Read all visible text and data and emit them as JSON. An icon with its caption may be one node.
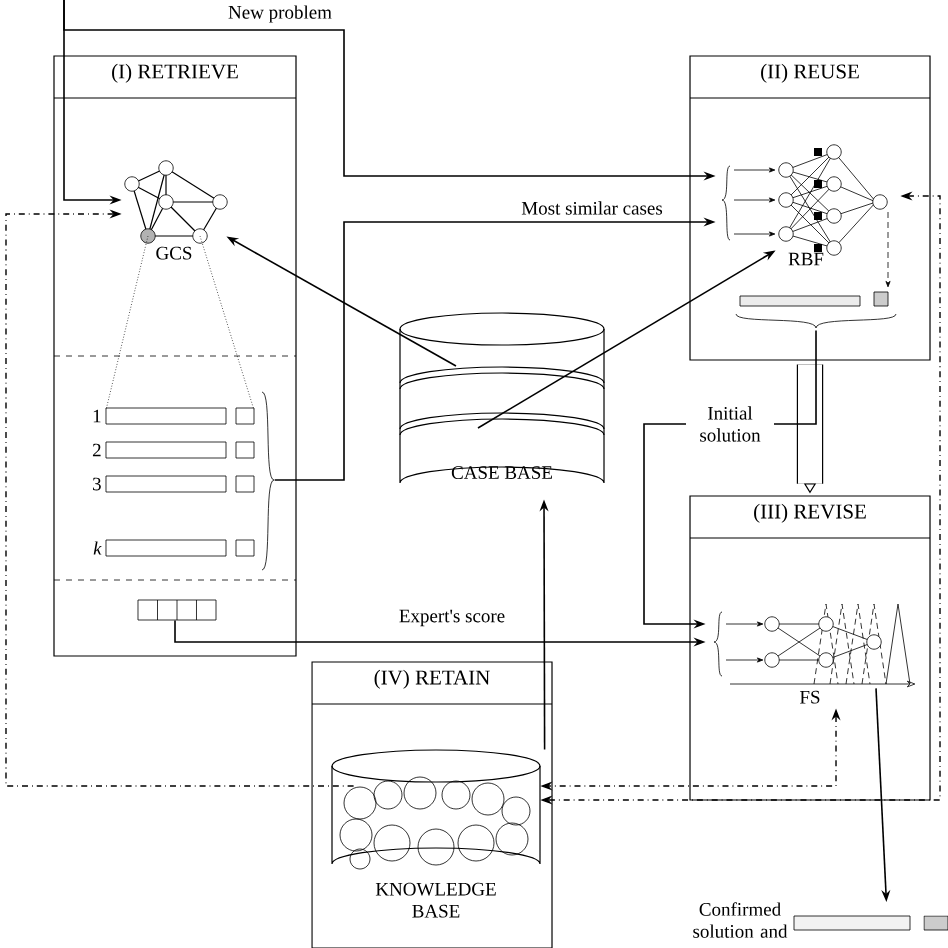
{
  "diagram": {
    "nodes": [
      {
        "text": [
          "(I) RETRIEVE"
        ]
      },
      {
        "text": [
          "GCS"
        ],
        "in": 0
      },
      {
        "text": [
          "(II) REUSE"
        ]
      },
      {
        "text": [
          "RBF"
        ],
        "in": 2
      },
      {
        "text": [
          "CASE BASE"
        ]
      },
      {
        "text": [
          "(III) REVISE"
        ]
      },
      {
        "text": [
          "FS"
        ],
        "in": 5
      },
      {
        "text": [
          "(IV) RETAIN"
        ]
      },
      {
        "text": [
          "KNOWLEDGE BASE"
        ],
        "in": 7
      },
      {
        "text": [
          "Confirmed solution and"
        ]
      }
    ],
    "edges": [
      {
        "from": null,
        "to": 1,
        "arrow": "to"
      },
      {
        "from": null,
        "to": 3,
        "arrow": "to",
        "label": "New problem"
      },
      {
        "from": 4,
        "to": 1,
        "arrow": "to"
      },
      {
        "from": 0,
        "to": 3,
        "arrow": "to",
        "label": "Most similar cases"
      },
      {
        "from": 4,
        "to": 3,
        "arrow": "to"
      },
      {
        "from": 2,
        "to": 5,
        "arrow": "to",
        "style": "thick"
      },
      {
        "from": 2,
        "to": 6,
        "arrow": "to",
        "label": "Initial solution"
      },
      {
        "from": 0,
        "to": 6,
        "arrow": "to",
        "label": "Expert's score"
      },
      {
        "from": 7,
        "to": 4,
        "arrow": "to"
      },
      {
        "from": 6,
        "to": 8,
        "arrow": "both",
        "style": "dashed"
      },
      {
        "from": 3,
        "to": 8,
        "arrow": "both",
        "style": "dashed"
      },
      {
        "from": 8,
        "to": 1,
        "arrow": "to",
        "style": "dashed"
      },
      {
        "from": 6,
        "to": 9,
        "arrow": "to"
      }
    ],
    "labels": [
      "1",
      "2",
      "3",
      "k"
    ]
  }
}
